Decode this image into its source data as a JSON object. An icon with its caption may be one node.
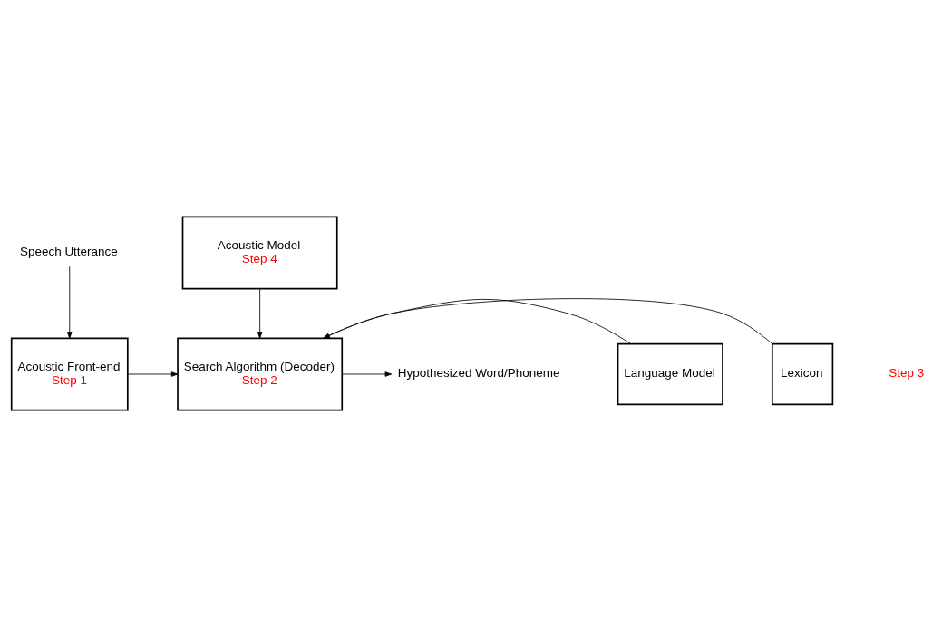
{
  "diagram": {
    "nodes": [
      {
        "text": [
          "Speech Utterance"
        ]
      },
      {
        "text": [
          "Acoustic Front-end",
          "Step 1"
        ]
      },
      {
        "text": [
          "Acoustic Model",
          "Step 4"
        ]
      },
      {
        "text": [
          "Search Algorithm (Decoder)",
          "Step 2"
        ]
      },
      {
        "text": [
          "Hypothesized Word/Phoneme"
        ]
      },
      {
        "text": [
          "Language Model"
        ]
      },
      {
        "text": [
          "Lexicon"
        ]
      }
    ],
    "edges": [
      {
        "from": 0,
        "to": 1,
        "arrow": "to"
      },
      {
        "from": 1,
        "to": 3,
        "arrow": "to"
      },
      {
        "from": 2,
        "to": 3,
        "arrow": "to"
      },
      {
        "from": 3,
        "to": 4,
        "arrow": "to"
      },
      {
        "from": 5,
        "to": 3,
        "arrow": "to"
      },
      {
        "from": 6,
        "to": 3,
        "arrow": "to"
      }
    ],
    "labels": [
      "Step 3"
    ]
  }
}
